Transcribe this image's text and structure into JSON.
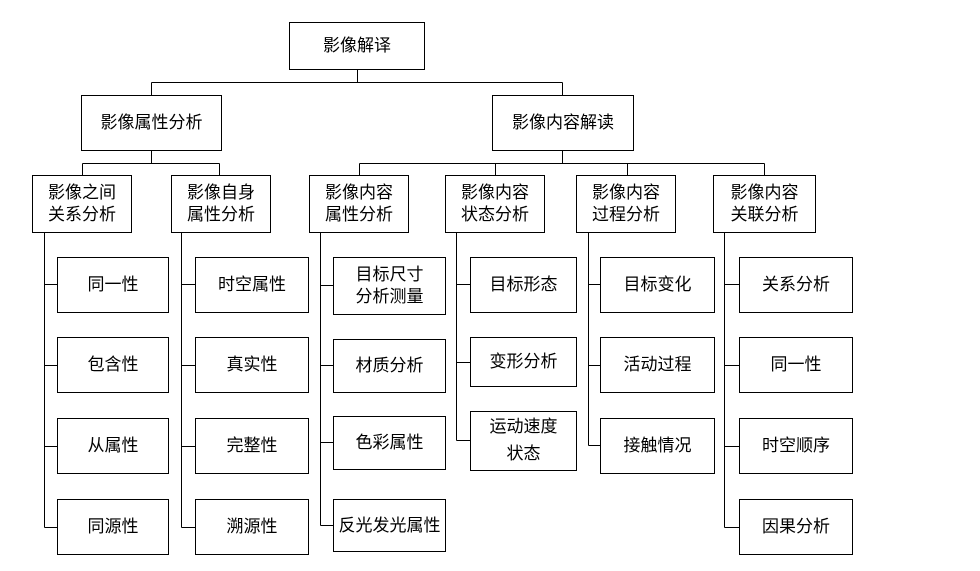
{
  "diagram": {
    "root": "影像解译",
    "level1": {
      "attribute": "影像属性分析",
      "content": "影像内容解读"
    },
    "groups": [
      {
        "label": "影像之间\n关系分析",
        "items": [
          "同一性",
          "包含性",
          "从属性",
          "同源性"
        ]
      },
      {
        "label": "影像自身\n属性分析",
        "items": [
          "时空属性",
          "真实性",
          "完整性",
          "溯源性"
        ]
      },
      {
        "label": "影像内容\n属性分析",
        "items": [
          "目标尺寸\n分析测量",
          "材质分析",
          "色彩属性",
          "反光发光属性"
        ]
      },
      {
        "label": "影像内容\n状态分析",
        "items": [
          "目标形态",
          "变形分析",
          "运动速度\n状态"
        ]
      },
      {
        "label": "影像内容\n过程分析",
        "items": [
          "目标变化",
          "活动过程",
          "接触情况"
        ]
      },
      {
        "label": "影像内容\n关联分析",
        "items": [
          "关系分析",
          "同一性",
          "时空顺序",
          "因果分析"
        ]
      }
    ]
  }
}
